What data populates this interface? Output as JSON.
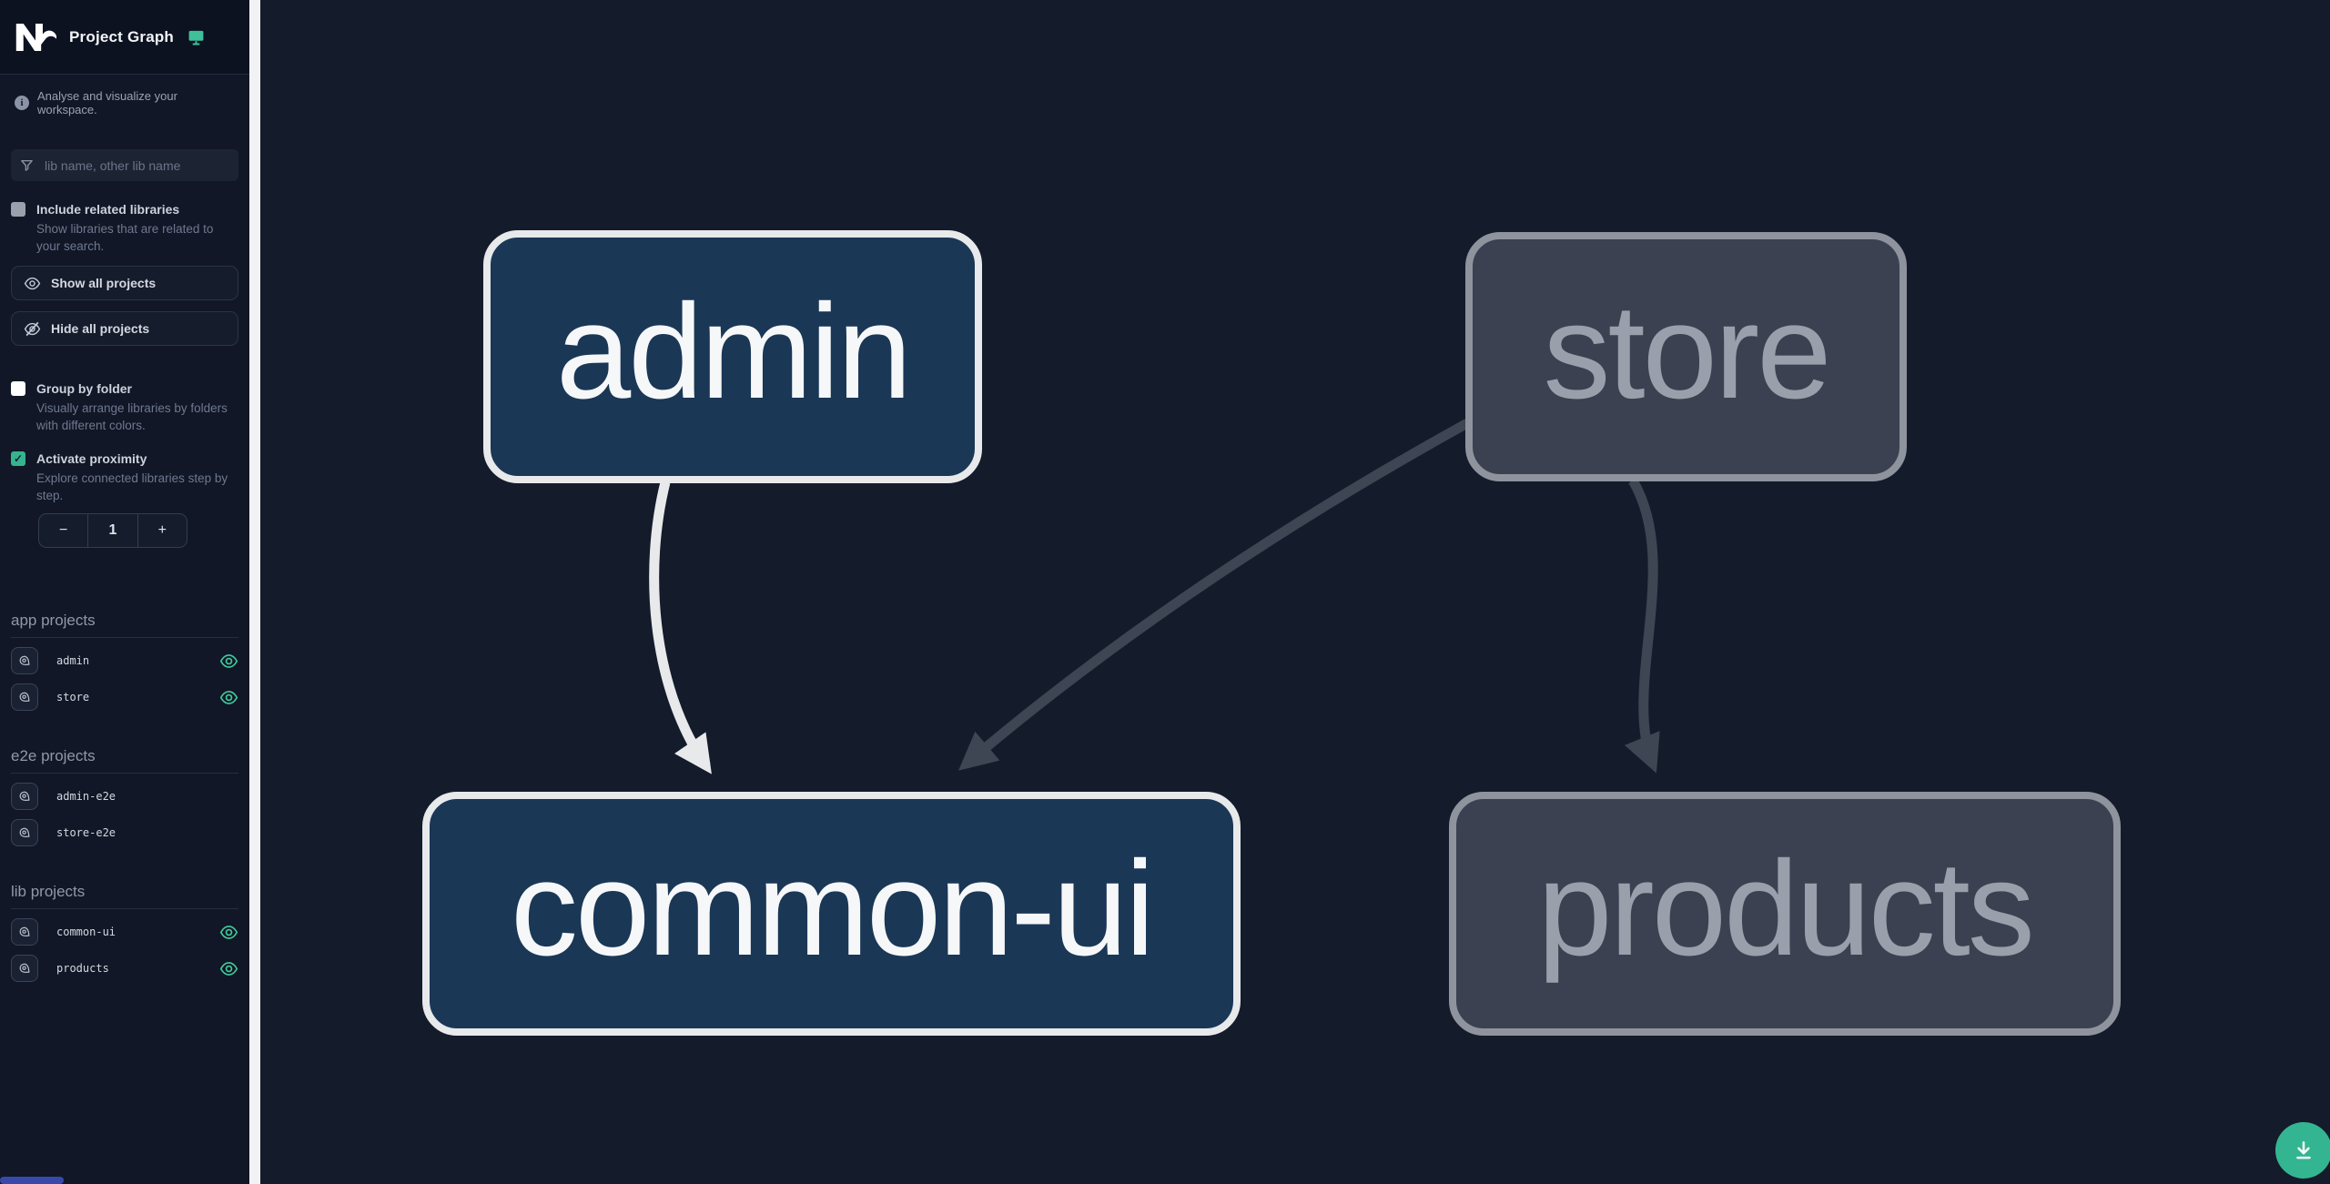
{
  "app": {
    "title": "Project Graph",
    "tagline": "Analyse and visualize your workspace."
  },
  "sidebar": {
    "filter": {
      "placeholder": "lib name, other lib name"
    },
    "include_related": {
      "label": "Include related libraries",
      "description": "Show libraries that are related to your search.",
      "checked": false
    },
    "buttons": {
      "show_all": "Show all projects",
      "hide_all": "Hide all projects"
    },
    "group_by_folder": {
      "label": "Group by folder",
      "description": "Visually arrange libraries by folders with different colors.",
      "checked": false
    },
    "proximity": {
      "label": "Activate proximity",
      "description": "Explore connected libraries step by step.",
      "checked": true,
      "value": "1",
      "decrement": "−",
      "increment": "+"
    },
    "sections": [
      {
        "label": "app projects",
        "items": [
          {
            "name": "admin",
            "visible": true
          },
          {
            "name": "store",
            "visible": true
          }
        ]
      },
      {
        "label": "e2e projects",
        "items": [
          {
            "name": "admin-e2e",
            "visible": false
          },
          {
            "name": "store-e2e",
            "visible": false
          }
        ]
      },
      {
        "label": "lib projects",
        "items": [
          {
            "name": "common-ui",
            "visible": true
          },
          {
            "name": "products",
            "visible": true
          }
        ]
      }
    ]
  },
  "graph": {
    "nodes": [
      {
        "id": "admin",
        "label": "admin",
        "state": "focused"
      },
      {
        "id": "store",
        "label": "store",
        "state": "faded"
      },
      {
        "id": "common-ui",
        "label": "common-ui",
        "state": "focused"
      },
      {
        "id": "products",
        "label": "products",
        "state": "faded"
      }
    ],
    "edges": [
      {
        "source": "admin",
        "target": "common-ui",
        "state": "focused"
      },
      {
        "source": "store",
        "target": "common-ui",
        "state": "faded"
      },
      {
        "source": "store",
        "target": "products",
        "state": "faded"
      }
    ]
  },
  "icons": {
    "nx-logo": "Nx",
    "monitor-icon": "🖵",
    "info-icon": "i",
    "filter-icon": "⏷",
    "eye-icon": "👁",
    "eye-off-icon": "👁̸",
    "pin-icon": "📍",
    "download-icon": "⭳"
  },
  "colors": {
    "accent_teal": "#34b591",
    "eye_visible": "#42c99a",
    "node_focused_fill": "#1a3756",
    "node_focused_border": "#e8e9eb",
    "node_faded_fill": "#3b4150",
    "node_faded_border": "#8e939d",
    "edge_focused": "#e8e9eb",
    "edge_faded": "#3e4553",
    "canvas_bg": "#141b2b",
    "sidebar_bg": "#111726"
  }
}
